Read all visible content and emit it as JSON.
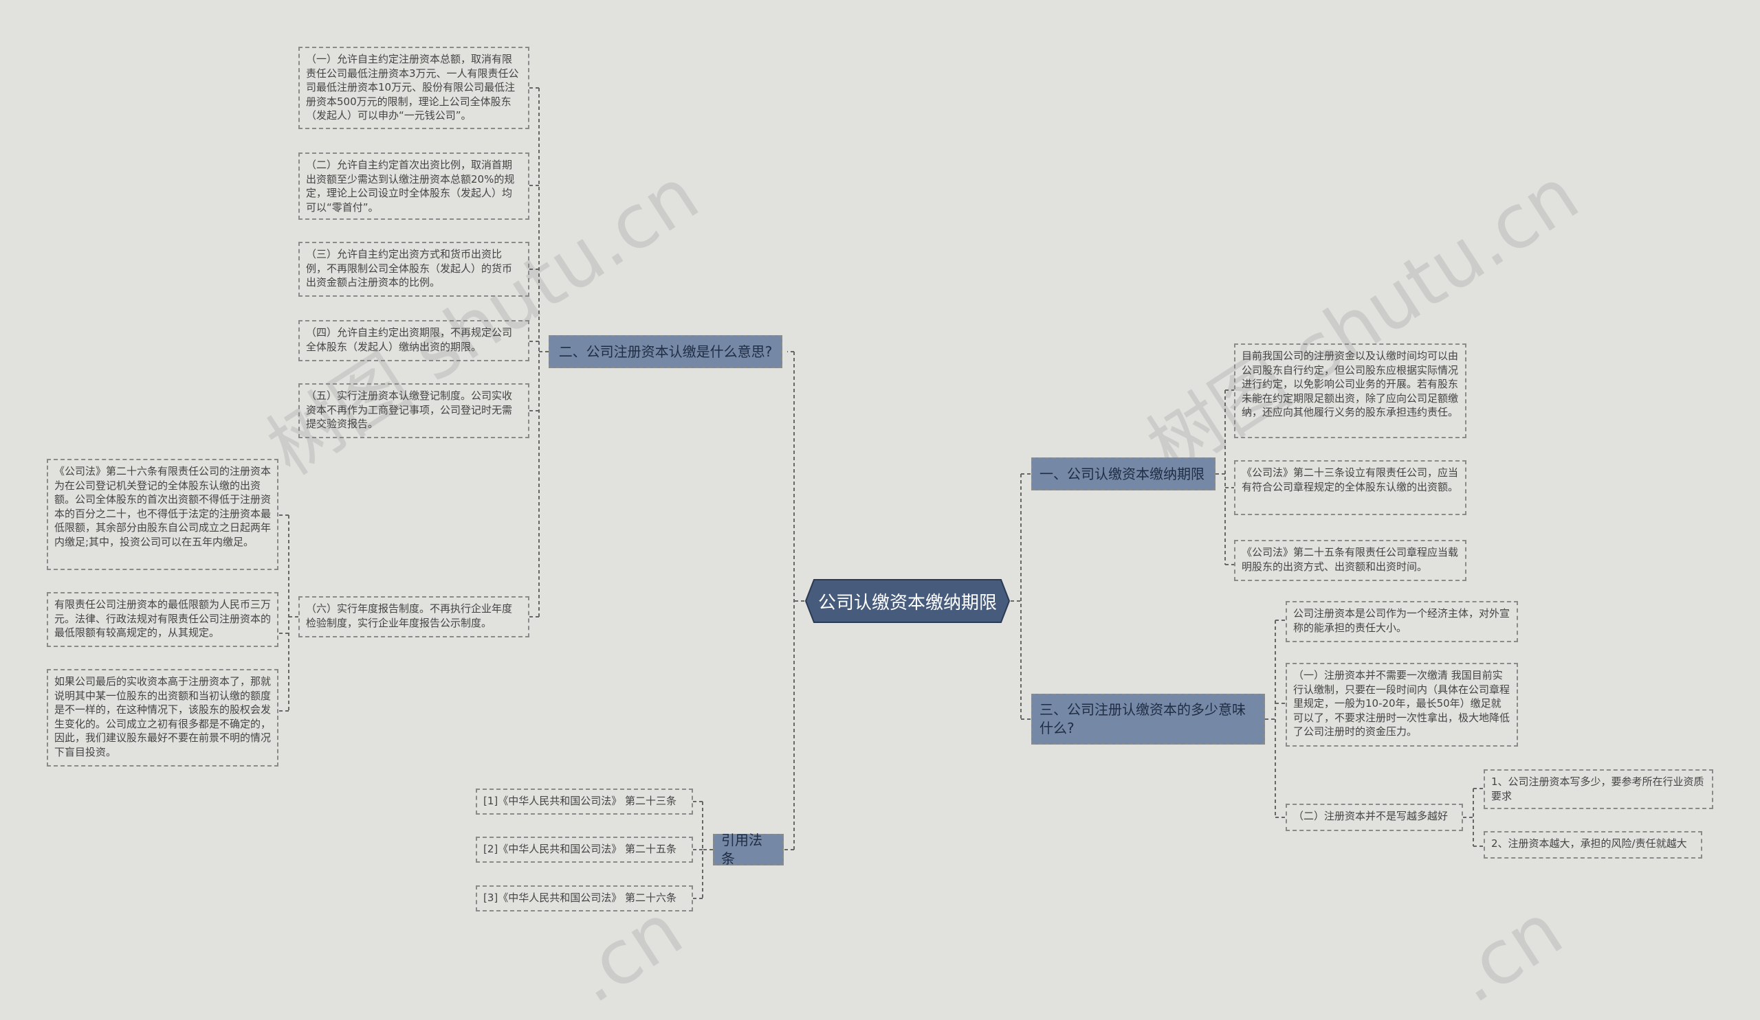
{
  "root": {
    "label": "公司认缴资本缴纳期限"
  },
  "branches": {
    "b1": {
      "label": "一、公司认缴资本缴纳期限"
    },
    "b2": {
      "label": "二、公司注册资本认缴是什么意思?"
    },
    "b3": {
      "label": "三、公司注册认缴资本的多少意味什么?"
    },
    "b4": {
      "label": "引用法条"
    }
  },
  "leaves": {
    "b1_1": "目前我国公司的注册资金以及认缴时间均可以由公司股东自行约定，但公司股东应根据实际情况进行约定，以免影响公司业务的开展。若有股东未能在约定期限足额出资，除了应向公司足额缴纳，还应向其他履行义务的股东承担违约责任。",
    "b1_2": "《公司法》第二十三条设立有限责任公司，应当有符合公司章程规定的全体股东认缴的出资额。",
    "b1_3": "《公司法》第二十五条有限责任公司章程应当载明股东的出资方式、出资额和出资时间。",
    "b2_1": "（一）允许自主约定注册资本总额，取消有限责任公司最低注册资本3万元、一人有限责任公司最低注册资本10万元、股份有限公司最低注册资本500万元的限制，理论上公司全体股东（发起人）可以申办“一元钱公司”。",
    "b2_2": "（二）允许自主约定首次出资比例，取消首期出资额至少需达到认缴注册资本总额20%的规定，理论上公司设立时全体股东（发起人）均可以“零首付”。",
    "b2_3": "（三）允许自主约定出资方式和货币出资比例，不再限制公司全体股东（发起人）的货币出资金额占注册资本的比例。",
    "b2_4": "（四）允许自主约定出资期限，不再规定公司全体股东（发起人）缴纳出资的期限。",
    "b2_5": "（五）实行注册资本认缴登记制度。公司实收资本不再作为工商登记事项，公司登记时无需提交验资报告。",
    "b2_6": "（六）实行年度报告制度。不再执行企业年度检验制度，实行企业年度报告公示制度。",
    "b2_6a": "《公司法》第二十六条有限责任公司的注册资本为在公司登记机关登记的全体股东认缴的出资额。公司全体股东的首次出资额不得低于注册资本的百分之二十，也不得低于法定的注册资本最低限额，其余部分由股东自公司成立之日起两年内缴足;其中，投资公司可以在五年内缴足。",
    "b2_6b": "有限责任公司注册资本的最低限额为人民币三万元。法律、行政法规对有限责任公司注册资本的最低限额有较高规定的，从其规定。",
    "b2_6c": "如果公司最后的实收资本高于注册资本了，那就说明其中某一位股东的出资额和当初认缴的额度是不一样的，在这种情况下，该股东的股权会发生变化的。公司成立之初有很多都是不确定的，因此，我们建议股东最好不要在前景不明的情况下盲目投资。",
    "b3_1": "公司注册资本是公司作为一个经济主体，对外宣称的能承担的责任大小。",
    "b3_2": "（一）注册资本并不需要一次缴清 我国目前实行认缴制，只要在一段时间内（具体在公司章程里规定，一般为10-20年，最长50年）缴足就可以了，不要求注册时一次性拿出，极大地降低了公司注册时的资金压力。",
    "b3_3": "（二）注册资本并不是写越多越好",
    "b3_3a": "1、公司注册资本写多少，要参考所在行业资质要求",
    "b3_3b": "2、注册资本越大，承担的风险/责任就越大",
    "b4_1": "[1]《中华人民共和国公司法》 第二十三条",
    "b4_2": "[2]《中华人民共和国公司法》 第二十五条",
    "b4_3": "[3]《中华人民共和国公司法》 第二十六条"
  },
  "watermarks": [
    "树图 shutu.cn",
    "树图 shutu.cn",
    ".cn",
    ".cn"
  ],
  "colors": {
    "background": "#e1e1de",
    "root_fill": "#475c7c",
    "branch_fill": "#7588a6",
    "line": "#666666"
  }
}
